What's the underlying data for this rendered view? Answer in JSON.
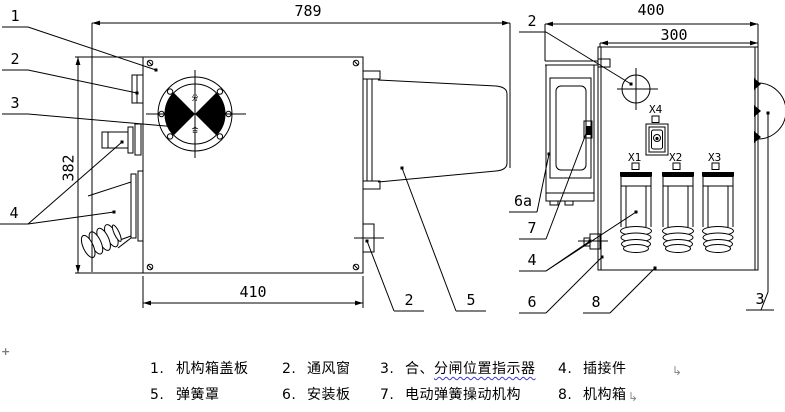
{
  "artifacts": {
    "margin_mark": "+"
  },
  "colors": {
    "line": "#000000",
    "wavy_underline": "#3a3ad0",
    "break_mark": "#8a8a8a"
  },
  "dimensions": {
    "front_width": "789",
    "front_height": "382",
    "front_box_width": "410",
    "side_width": "400",
    "side_panel_width": "300"
  },
  "callouts": {
    "front": {
      "n1": "1",
      "n2": "2",
      "n3": "3",
      "n4": "4",
      "n2b": "2",
      "n5": "5"
    },
    "side": {
      "n2": "2",
      "n6a": "6a",
      "n7": "7",
      "n4": "4",
      "n6": "6",
      "n8": "8",
      "n3": "3"
    }
  },
  "terminals": {
    "x1": "X1",
    "x2": "X2",
    "x3": "X3",
    "x4": "X4"
  },
  "indicator": {
    "top": "分",
    "bottom": "合"
  },
  "legend": {
    "break_mark": "↳",
    "items": [
      {
        "num": "1.",
        "label": "机构箱盖板"
      },
      {
        "num": "2.",
        "label": "通风窗"
      },
      {
        "num": "3.",
        "prefix": "合、",
        "underlined": "分闸位置指示器"
      },
      {
        "num": "4.",
        "label": "插接件"
      },
      {
        "num": "5.",
        "label": "弹簧罩"
      },
      {
        "num": "6.",
        "label": "安装板"
      },
      {
        "num": "7.",
        "label": "电动弹簧操动机构"
      },
      {
        "num": "8.",
        "label": "机构箱"
      }
    ]
  }
}
